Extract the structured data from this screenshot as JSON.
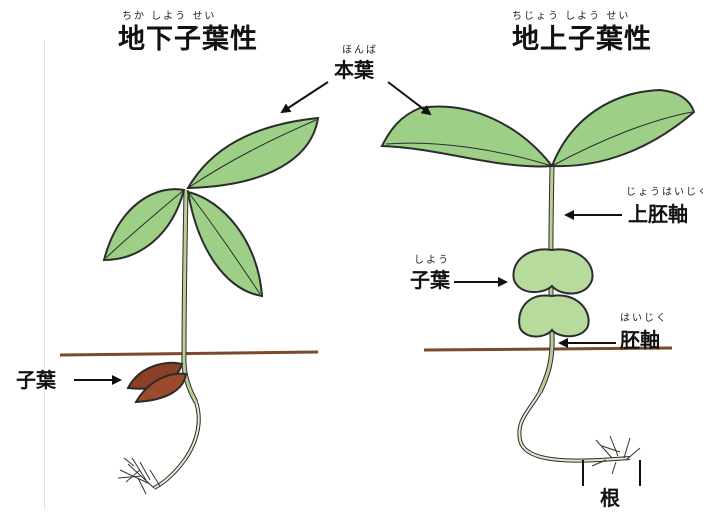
{
  "left": {
    "title_ruby": "ちか しよう せい",
    "title": "地下子葉性",
    "cotyledon_label": "子葉"
  },
  "right": {
    "title_ruby": "ちじょう しよう せい",
    "title": "地上子葉性",
    "epicotyl_ruby": "じょうはいじく",
    "epicotyl_label": "上胚軸",
    "cotyledon_ruby": "しよう",
    "cotyledon_label": "子葉",
    "hypocotyl_ruby": "はいじく",
    "hypocotyl_label": "胚軸",
    "root_label": "根"
  },
  "center": {
    "true_leaf_ruby": "ほんば",
    "true_leaf_label": "本葉"
  },
  "colors": {
    "leaf_fill": "#9dcf86",
    "leaf_outline": "#2c2c2c",
    "cotyledon_fill": "#b7db9c",
    "seed_fill": "#8a3f26",
    "soil_line": "#7a4a2a",
    "stem": "#b9cf95"
  }
}
